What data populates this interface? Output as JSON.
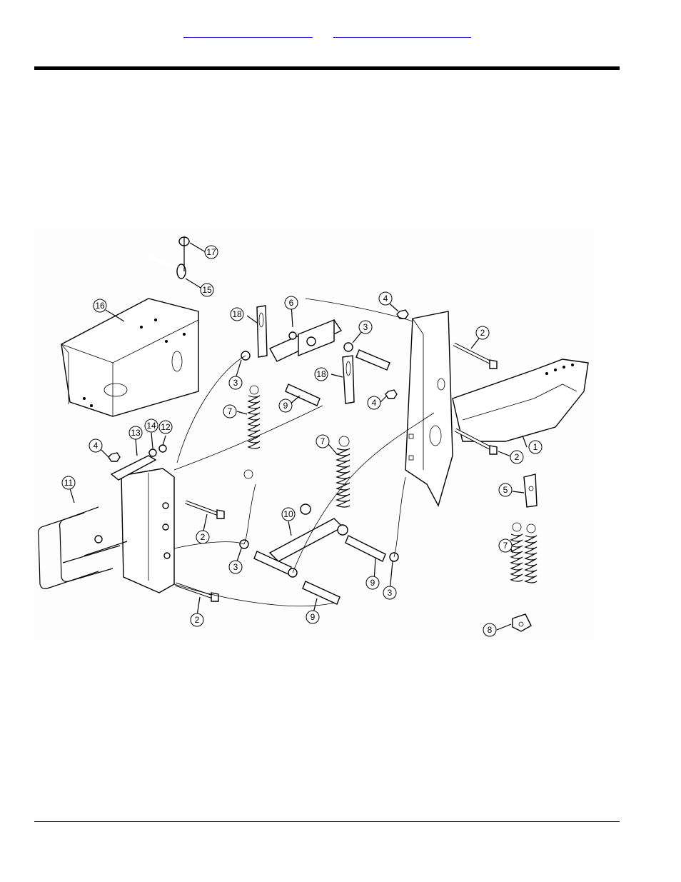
{
  "header": {
    "links": [
      {
        "label": ""
      },
      {
        "label": ""
      }
    ]
  },
  "diagram": {
    "callouts": [
      {
        "id": "c1",
        "label": "1"
      },
      {
        "id": "c2a",
        "label": "2"
      },
      {
        "id": "c2b",
        "label": "2"
      },
      {
        "id": "c2c",
        "label": "2"
      },
      {
        "id": "c2d",
        "label": "2"
      },
      {
        "id": "c3a",
        "label": "3"
      },
      {
        "id": "c3b",
        "label": "3"
      },
      {
        "id": "c3c",
        "label": "3"
      },
      {
        "id": "c3d",
        "label": "3"
      },
      {
        "id": "c4a",
        "label": "4"
      },
      {
        "id": "c4b",
        "label": "4"
      },
      {
        "id": "c4c",
        "label": "4"
      },
      {
        "id": "c5",
        "label": "5"
      },
      {
        "id": "c6",
        "label": "6"
      },
      {
        "id": "c7a",
        "label": "7"
      },
      {
        "id": "c7b",
        "label": "7"
      },
      {
        "id": "c7c",
        "label": "7"
      },
      {
        "id": "c8",
        "label": "8"
      },
      {
        "id": "c9a",
        "label": "9"
      },
      {
        "id": "c9b",
        "label": "9"
      },
      {
        "id": "c9c",
        "label": "9"
      },
      {
        "id": "c10",
        "label": "10"
      },
      {
        "id": "c11",
        "label": "11"
      },
      {
        "id": "c12",
        "label": "12"
      },
      {
        "id": "c13",
        "label": "13"
      },
      {
        "id": "c14",
        "label": "14"
      },
      {
        "id": "c15",
        "label": "15"
      },
      {
        "id": "c16",
        "label": "16"
      },
      {
        "id": "c17",
        "label": "17"
      },
      {
        "id": "c18a",
        "label": "18"
      },
      {
        "id": "c18b",
        "label": "18"
      }
    ]
  }
}
